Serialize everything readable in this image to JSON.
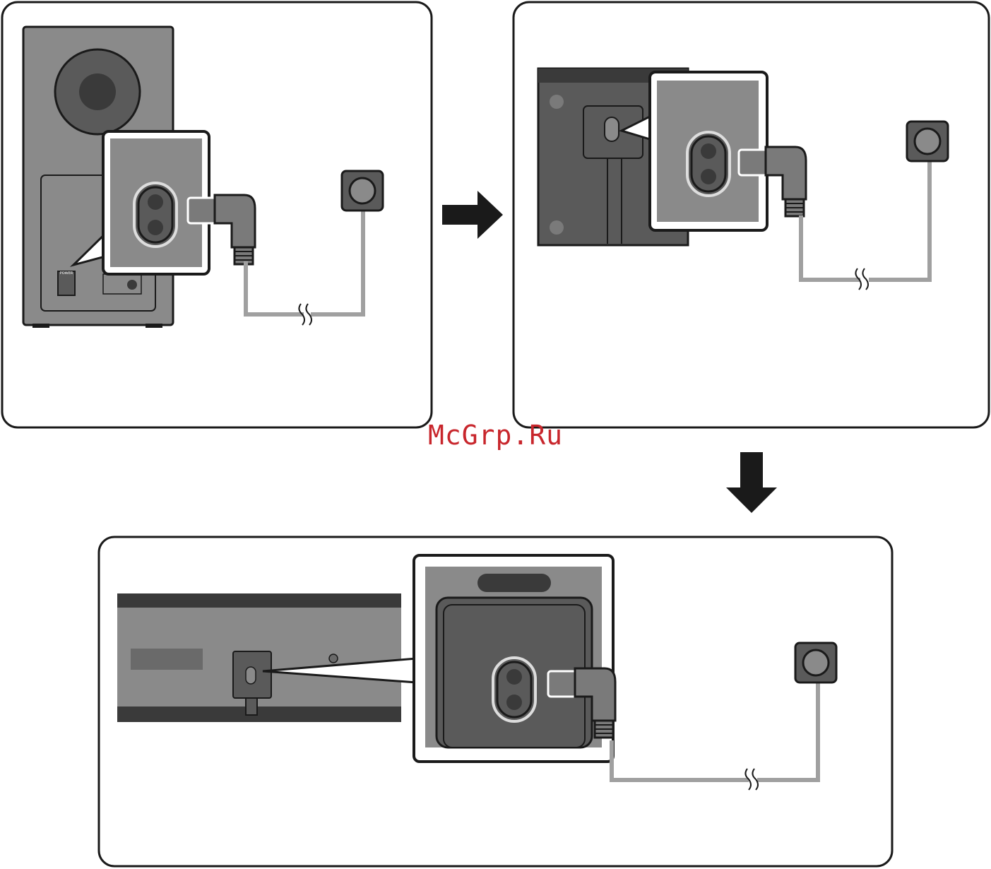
{
  "subwoofer": {
    "port_label": "POWER"
  },
  "watermark": "McGrp.Ru",
  "colors": {
    "outline": "#1a1a1a",
    "device_gray": "#8a8a8a",
    "dark_gray": "#5a5a5a",
    "cable": "#a0a0a0",
    "watermark": "#c8262c"
  },
  "steps": [
    "connect-subwoofer-power",
    "connect-subwoofer-power-alt",
    "connect-soundbar-power"
  ],
  "arrows": [
    "arrow-right",
    "arrow-down"
  ]
}
